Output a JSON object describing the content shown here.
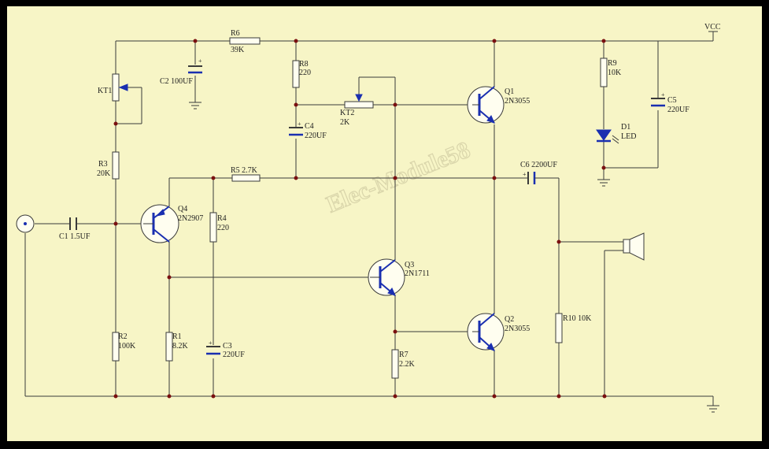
{
  "diagram": {
    "watermark": "Elec-Module58",
    "supply": "VCC",
    "labels": {
      "r6": [
        "R6",
        "39K"
      ],
      "c2": [
        "C2 100UF"
      ],
      "kt1": [
        "KT1"
      ],
      "r3": [
        "R3",
        "20K"
      ],
      "c1": [
        "C1 1.5UF"
      ],
      "q4": [
        "Q4",
        "2N2907"
      ],
      "r2": [
        "R2",
        "100K"
      ],
      "r1": [
        "R1",
        "8.2K"
      ],
      "r4": [
        "R4",
        "220"
      ],
      "c3": [
        "C3",
        "220UF"
      ],
      "r5": [
        "R5 2.7K"
      ],
      "r8": [
        "R8",
        "220"
      ],
      "c4": [
        "C4",
        "220UF"
      ],
      "kt2": [
        "KT2",
        "2K"
      ],
      "q1": [
        "Q1",
        "2N3055"
      ],
      "q3": [
        "Q3",
        "2N1711"
      ],
      "q2": [
        "Q2",
        "2N3055"
      ],
      "r7": [
        "R7",
        "2.2K"
      ],
      "c6": [
        "C6 2200UF"
      ],
      "r10": [
        "R10 10K"
      ],
      "r9": [
        "R9",
        "10K"
      ],
      "d1": [
        "D1",
        "LED"
      ],
      "c5": [
        "C5",
        "220UF"
      ]
    }
  }
}
